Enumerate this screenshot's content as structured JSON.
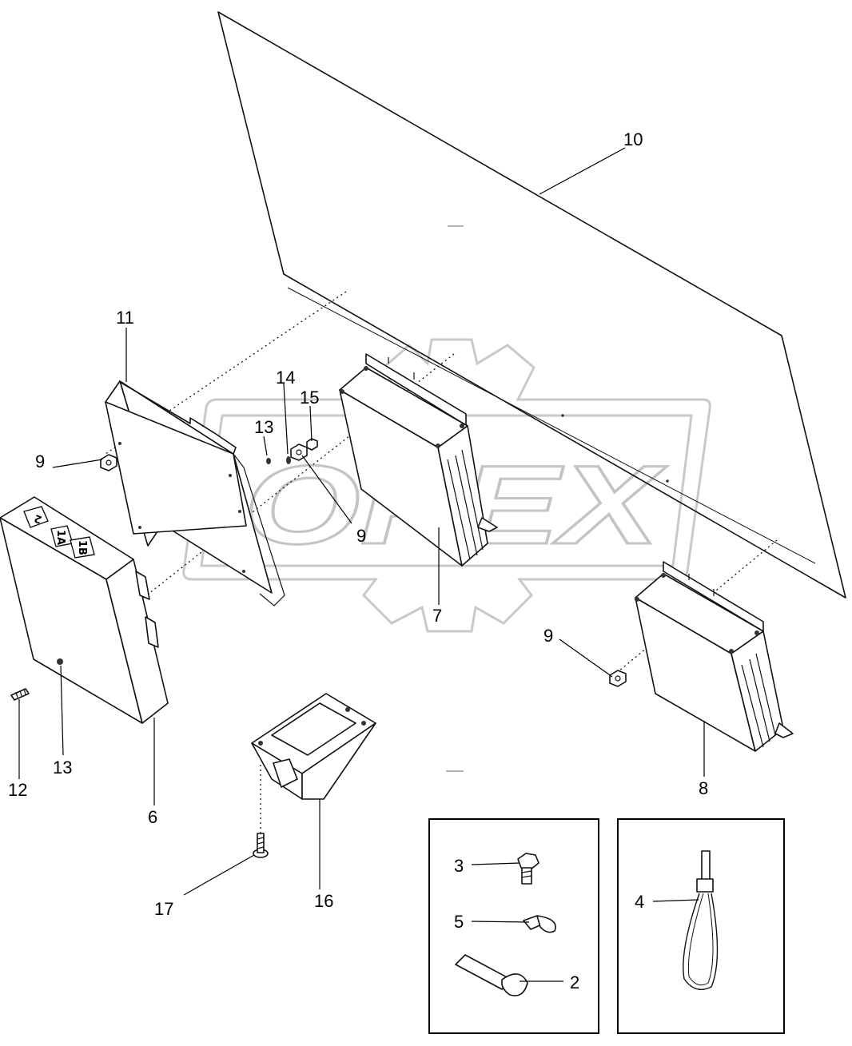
{
  "watermark": {
    "text": "OPEX"
  },
  "callouts": {
    "c2": "2",
    "c3": "3",
    "c4": "4",
    "c5": "5",
    "c6": "6",
    "c7": "7",
    "c8": "8",
    "c9a": "9",
    "c9b": "9",
    "c9c": "9",
    "c10": "10",
    "c11": "11",
    "c12": "12",
    "c13a": "13",
    "c13b": "13",
    "c14": "14",
    "c15": "15",
    "c16": "16",
    "c17": "17"
  },
  "module_labels": {
    "tag_2": "2",
    "tag_1a": "1A",
    "tag_1b": "1B"
  }
}
